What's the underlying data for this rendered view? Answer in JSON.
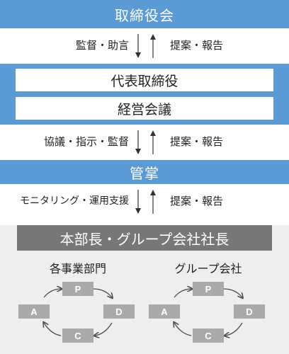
{
  "board": {
    "title": "取締役会"
  },
  "flow1": {
    "down_label": "監督・助言",
    "up_label": "提案・報告"
  },
  "exec": {
    "box1": "代表取締役",
    "box2": "経営会議"
  },
  "flow2": {
    "down_label": "協議・指示・監督",
    "up_label": "提案・報告"
  },
  "mgmt": {
    "title": "管掌"
  },
  "flow3": {
    "down_label": "モニタリング・運用支援",
    "up_label": "提案・報告"
  },
  "bottom": {
    "title": "本部長・グループ会社社長",
    "units": [
      {
        "label": "各事業部門",
        "cycle": {
          "p": "P",
          "d": "D",
          "c": "C",
          "a": "A"
        }
      },
      {
        "label": "グループ会社",
        "cycle": {
          "p": "P",
          "d": "D",
          "c": "C",
          "a": "A"
        }
      }
    ]
  },
  "colors": {
    "blue": "#5b9bd5",
    "gray_header": "#777777",
    "gray_box": "#aaaaaa",
    "panel": "#eeeeee"
  }
}
